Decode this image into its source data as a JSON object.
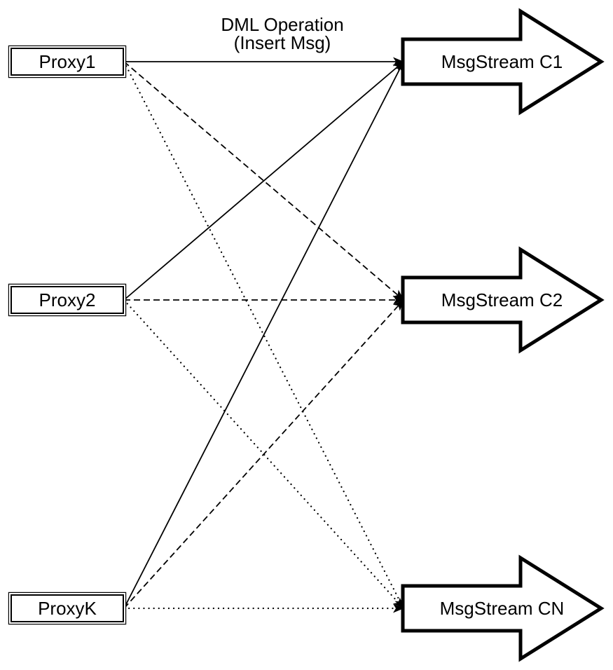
{
  "diagram": {
    "title": {
      "line1": "DML Operation",
      "line2": "(Insert Msg)"
    },
    "proxies": [
      {
        "label": "Proxy1"
      },
      {
        "label": "Proxy2"
      },
      {
        "label": "ProxyK"
      }
    ],
    "streams": [
      {
        "label": "MsgStream C1"
      },
      {
        "label": "MsgStream C2"
      },
      {
        "label": "MsgStream CN"
      }
    ],
    "edges": [
      {
        "from": "Proxy1",
        "to": "MsgStream C1",
        "style": "solid"
      },
      {
        "from": "Proxy1",
        "to": "MsgStream C2",
        "style": "dashed"
      },
      {
        "from": "Proxy1",
        "to": "MsgStream CN",
        "style": "dotted"
      },
      {
        "from": "Proxy2",
        "to": "MsgStream C1",
        "style": "solid"
      },
      {
        "from": "Proxy2",
        "to": "MsgStream C2",
        "style": "dashed"
      },
      {
        "from": "Proxy2",
        "to": "MsgStream CN",
        "style": "dotted"
      },
      {
        "from": "ProxyK",
        "to": "MsgStream C1",
        "style": "solid"
      },
      {
        "from": "ProxyK",
        "to": "MsgStream C2",
        "style": "dashed"
      },
      {
        "from": "ProxyK",
        "to": "MsgStream CN",
        "style": "dotted"
      }
    ],
    "colors": {
      "background": "#ffffff",
      "stroke": "#000000",
      "node_fill": "#ffffff"
    }
  }
}
